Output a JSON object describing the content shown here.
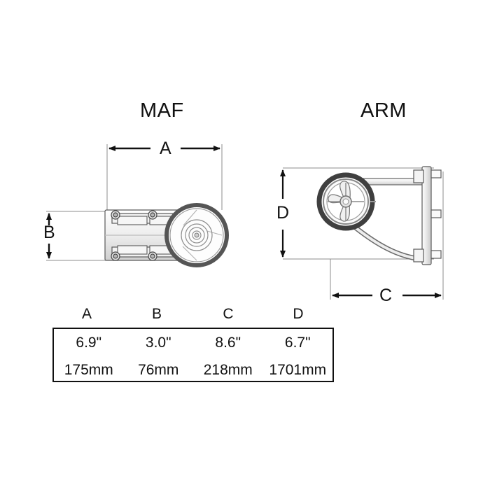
{
  "background_color": "#ffffff",
  "line_color": "#111111",
  "drawing_stroke": "#4a4a4a",
  "views": [
    {
      "id": "maf",
      "title": "MAF"
    },
    {
      "id": "arm",
      "title": "ARM"
    }
  ],
  "dimension_labels": [
    {
      "key": "A",
      "label": "A",
      "orientation": "horizontal",
      "view": "maf"
    },
    {
      "key": "B",
      "label": "B",
      "orientation": "vertical",
      "view": "maf"
    },
    {
      "key": "C",
      "label": "C",
      "orientation": "horizontal",
      "view": "arm"
    },
    {
      "key": "D",
      "label": "D",
      "orientation": "vertical",
      "view": "arm"
    }
  ],
  "spec_table": {
    "headers": [
      "A",
      "B",
      "C",
      "D"
    ],
    "rows": [
      {
        "unit": "inches",
        "values": [
          "6.9\"",
          "3.0\"",
          "8.6\"",
          "6.7\""
        ]
      },
      {
        "unit": "millimeters",
        "values": [
          "175mm",
          "76mm",
          "218mm",
          "1701mm"
        ]
      }
    ]
  }
}
